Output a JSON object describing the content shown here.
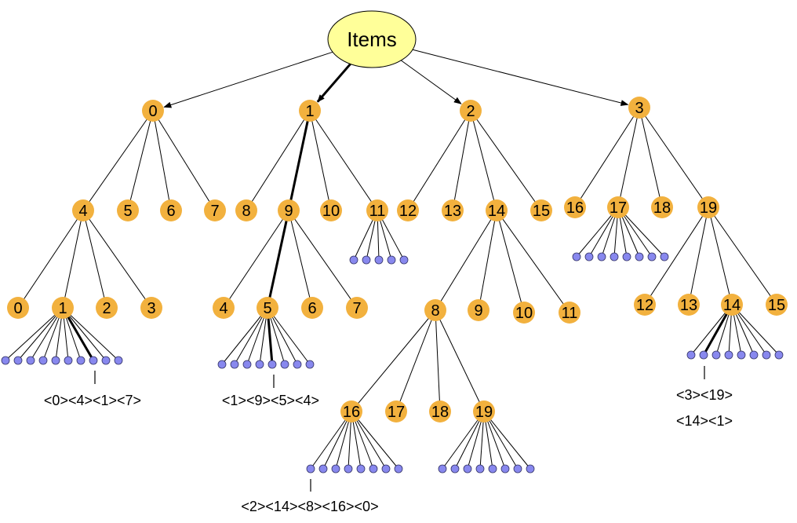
{
  "colors": {
    "root_fill": "#ffff99",
    "node_fill": "#f2b13e",
    "leaf_fill": "#8888ee",
    "leaf_stroke": "#333366",
    "edge": "#000000"
  },
  "root": {
    "label": "Items"
  },
  "nodes": [
    {
      "id": "n0",
      "label": "0"
    },
    {
      "id": "n1",
      "label": "1"
    },
    {
      "id": "n2",
      "label": "2"
    },
    {
      "id": "n3",
      "label": "3"
    },
    {
      "id": "n0_4",
      "label": "4"
    },
    {
      "id": "n0_5",
      "label": "5"
    },
    {
      "id": "n0_6",
      "label": "6"
    },
    {
      "id": "n0_7",
      "label": "7"
    },
    {
      "id": "n1_8",
      "label": "8"
    },
    {
      "id": "n1_9",
      "label": "9"
    },
    {
      "id": "n1_10",
      "label": "10"
    },
    {
      "id": "n1_11",
      "label": "11"
    },
    {
      "id": "n2_12",
      "label": "12"
    },
    {
      "id": "n2_13",
      "label": "13"
    },
    {
      "id": "n2_14",
      "label": "14"
    },
    {
      "id": "n2_15",
      "label": "15"
    },
    {
      "id": "n3_16",
      "label": "16"
    },
    {
      "id": "n3_17",
      "label": "17"
    },
    {
      "id": "n3_18",
      "label": "18"
    },
    {
      "id": "n3_19",
      "label": "19"
    },
    {
      "id": "n04_0",
      "label": "0"
    },
    {
      "id": "n04_1",
      "label": "1"
    },
    {
      "id": "n04_2",
      "label": "2"
    },
    {
      "id": "n04_3",
      "label": "3"
    },
    {
      "id": "n19_4",
      "label": "4"
    },
    {
      "id": "n19_5",
      "label": "5"
    },
    {
      "id": "n19_6",
      "label": "6"
    },
    {
      "id": "n19_7",
      "label": "7"
    },
    {
      "id": "n214_8",
      "label": "8"
    },
    {
      "id": "n214_9",
      "label": "9"
    },
    {
      "id": "n214_10",
      "label": "10"
    },
    {
      "id": "n214_11",
      "label": "11"
    },
    {
      "id": "n319_12",
      "label": "12"
    },
    {
      "id": "n319_13",
      "label": "13"
    },
    {
      "id": "n319_14",
      "label": "14"
    },
    {
      "id": "n319_15",
      "label": "15"
    },
    {
      "id": "n2148_16",
      "label": "16"
    },
    {
      "id": "n2148_17",
      "label": "17"
    },
    {
      "id": "n2148_18",
      "label": "18"
    },
    {
      "id": "n2148_19",
      "label": "19"
    }
  ],
  "edges": [
    {
      "from": "root",
      "to": "n0",
      "arrow": true,
      "bold": false
    },
    {
      "from": "root",
      "to": "n1",
      "arrow": true,
      "bold": true
    },
    {
      "from": "root",
      "to": "n2",
      "arrow": true,
      "bold": false
    },
    {
      "from": "root",
      "to": "n3",
      "arrow": true,
      "bold": false
    },
    {
      "from": "n0",
      "to": "n0_4"
    },
    {
      "from": "n0",
      "to": "n0_5"
    },
    {
      "from": "n0",
      "to": "n0_6"
    },
    {
      "from": "n0",
      "to": "n0_7"
    },
    {
      "from": "n1",
      "to": "n1_8"
    },
    {
      "from": "n1",
      "to": "n1_9",
      "bold": true
    },
    {
      "from": "n1",
      "to": "n1_10"
    },
    {
      "from": "n1",
      "to": "n1_11"
    },
    {
      "from": "n2",
      "to": "n2_12"
    },
    {
      "from": "n2",
      "to": "n2_13"
    },
    {
      "from": "n2",
      "to": "n2_14"
    },
    {
      "from": "n2",
      "to": "n2_15"
    },
    {
      "from": "n3",
      "to": "n3_16"
    },
    {
      "from": "n3",
      "to": "n3_17"
    },
    {
      "from": "n3",
      "to": "n3_18"
    },
    {
      "from": "n3",
      "to": "n3_19"
    },
    {
      "from": "n0_4",
      "to": "n04_0"
    },
    {
      "from": "n0_4",
      "to": "n04_1"
    },
    {
      "from": "n0_4",
      "to": "n04_2"
    },
    {
      "from": "n0_4",
      "to": "n04_3"
    },
    {
      "from": "n1_9",
      "to": "n19_4"
    },
    {
      "from": "n1_9",
      "to": "n19_5",
      "bold": true
    },
    {
      "from": "n1_9",
      "to": "n19_6"
    },
    {
      "from": "n1_9",
      "to": "n19_7"
    },
    {
      "from": "n2_14",
      "to": "n214_8"
    },
    {
      "from": "n2_14",
      "to": "n214_9"
    },
    {
      "from": "n2_14",
      "to": "n214_10"
    },
    {
      "from": "n2_14",
      "to": "n214_11"
    },
    {
      "from": "n3_19",
      "to": "n319_12"
    },
    {
      "from": "n3_19",
      "to": "n319_13"
    },
    {
      "from": "n3_19",
      "to": "n319_14"
    },
    {
      "from": "n3_19",
      "to": "n319_15"
    },
    {
      "from": "n214_8",
      "to": "n2148_16"
    },
    {
      "from": "n214_8",
      "to": "n2148_17"
    },
    {
      "from": "n214_8",
      "to": "n2148_18"
    },
    {
      "from": "n214_8",
      "to": "n2148_19"
    }
  ],
  "leaf_groups": [
    {
      "parent": "n04_1",
      "count": 10,
      "bold_index": 7
    },
    {
      "parent": "n19_5",
      "count": 8,
      "bold_index": 4
    },
    {
      "parent": "n1_11",
      "count": 5
    },
    {
      "parent": "n3_17",
      "count": 8
    },
    {
      "parent": "n319_14",
      "count": 8,
      "bold_index": 1
    },
    {
      "parent": "n2148_16",
      "count": 8
    },
    {
      "parent": "n2148_19",
      "count": 8
    }
  ],
  "paths": [
    {
      "id": "path-a",
      "text": "<0><4><1><7>"
    },
    {
      "id": "path-b",
      "text": "<1><9><5><4>"
    },
    {
      "id": "path-c-line1",
      "text": "<3><19>"
    },
    {
      "id": "path-c-line2",
      "text": "<14><1>"
    },
    {
      "id": "path-d",
      "text": "<2><14><8><16><0>"
    }
  ]
}
